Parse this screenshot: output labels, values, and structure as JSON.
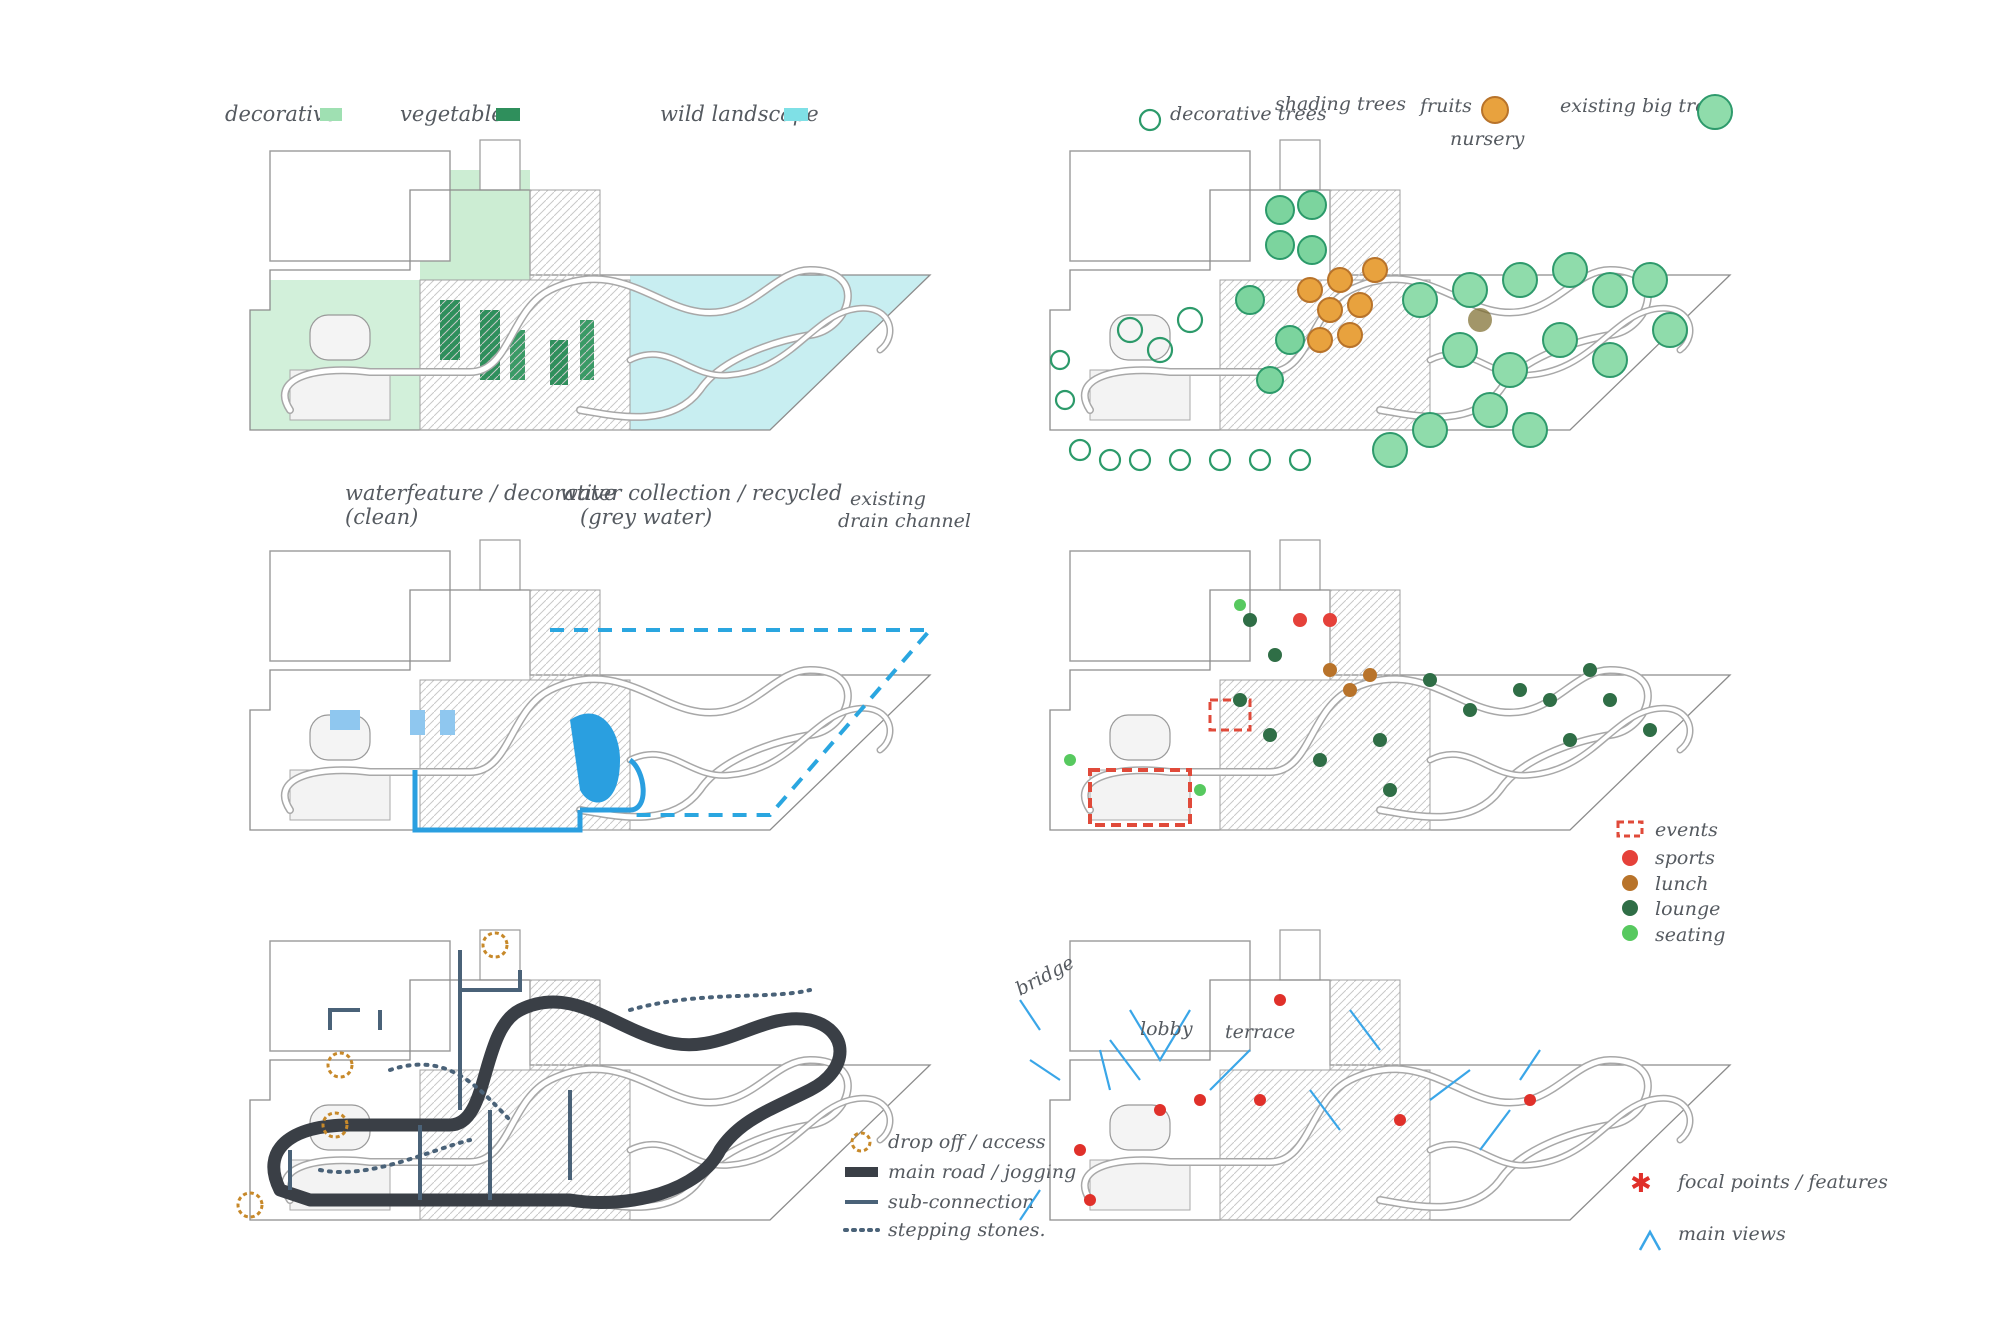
{
  "panels": {
    "planting": {
      "legend": [
        {
          "label": "decorative",
          "color": "#9fe0b2"
        },
        {
          "label": "vegetable",
          "color": "#2f8f5c"
        },
        {
          "label": "wild landscape",
          "color": "#7fe0e6"
        }
      ]
    },
    "trees": {
      "legend": [
        {
          "label": "decorative trees",
          "color": "#2c9a6a"
        },
        {
          "label": "shading trees",
          "color": "#3aa070"
        },
        {
          "label": "fruits",
          "color": "#e8a23e"
        },
        {
          "label": "nursery",
          "color": "#7a6a2a"
        },
        {
          "label": "existing big trees",
          "color": "#2e9a6c"
        }
      ]
    },
    "water": {
      "labels": [
        {
          "line1": "waterfeature / decorative",
          "line2": "(clean)"
        },
        {
          "line1": "water collection / recycled",
          "line2": "(grey water)"
        },
        {
          "line1": "existing",
          "line2": "drain channel"
        }
      ],
      "colors": {
        "clean": "#8fc7ef",
        "grey": "#2a9fe0",
        "drain": "#2aa6e0"
      }
    },
    "activities": {
      "legend": [
        {
          "label": "events",
          "color": "#e04a3a"
        },
        {
          "label": "sports",
          "color": "#e5413a"
        },
        {
          "label": "lunch",
          "color": "#b8732a"
        },
        {
          "label": "lounge",
          "color": "#2f6e46"
        },
        {
          "label": "seating",
          "color": "#57c95f"
        }
      ]
    },
    "circulation": {
      "legend": [
        {
          "label": "drop off / access",
          "color": "#c7892a"
        },
        {
          "label": "main road / jogging",
          "color": "#3a3f46"
        },
        {
          "label": "sub-connection",
          "color": "#4a6278"
        },
        {
          "label": "stepping stones.",
          "color": "#4a6278"
        }
      ]
    },
    "views": {
      "labels": {
        "bridge": "bridge",
        "lobby": "lobby",
        "terrace": "terrace"
      },
      "legend": [
        {
          "label": "focal points / features",
          "color": "#e0302a"
        },
        {
          "label": "main views",
          "color": "#3aa6e8"
        }
      ]
    }
  }
}
